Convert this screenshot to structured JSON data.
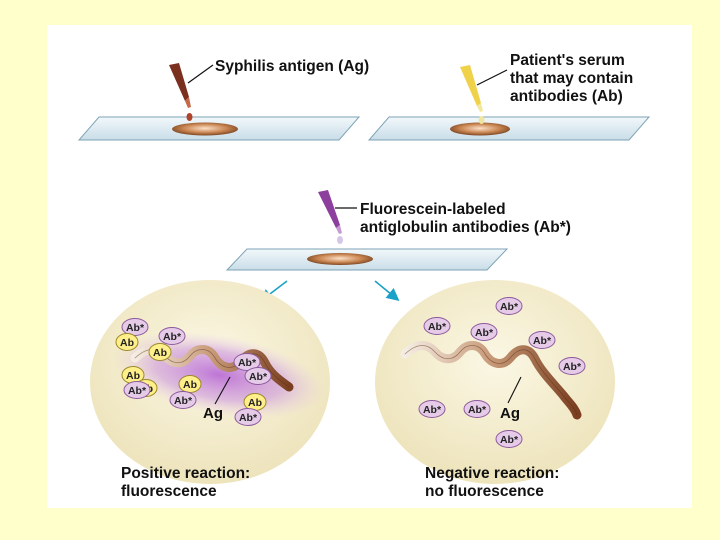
{
  "step1": {
    "antigen_label": "Syphilis antigen (Ag)",
    "serum_label_lines": [
      "Patient's serum",
      "that may contain",
      "antibodies (Ab)"
    ]
  },
  "step2": {
    "reagent_label_lines": [
      "Fluorescein-labeled",
      "antiglobulin antibodies (Ab*)"
    ]
  },
  "positive": {
    "bubble_labels": [
      "Ab*",
      "Ab",
      "Ab*",
      "Ab",
      "Ab*",
      "Ab",
      "Ab",
      "Ab*",
      "Ab",
      "Ab*",
      "Ab*",
      "Ab",
      "Ab*"
    ],
    "antigen_label": "Ag",
    "caption_lines": [
      "Positive reaction:",
      "fluorescence"
    ]
  },
  "negative": {
    "bubble_labels": [
      "Ab*",
      "Ab*",
      "Ab*",
      "Ab*",
      "Ab*",
      "Ab*",
      "Ab*",
      "Ab*"
    ],
    "antigen_label": "Ag",
    "caption_lines": [
      "Negative reaction:",
      "no fluorescence"
    ]
  },
  "colors": {
    "page_background": "#ffffcc",
    "panel_background": "#ffffff",
    "slide": "#dfeef5",
    "arrow": "#1aa1c8",
    "fluorescence": "#c98fe0",
    "ab_bubble": "#ffef8a",
    "abstar_bubble": "#e6cbe9"
  }
}
